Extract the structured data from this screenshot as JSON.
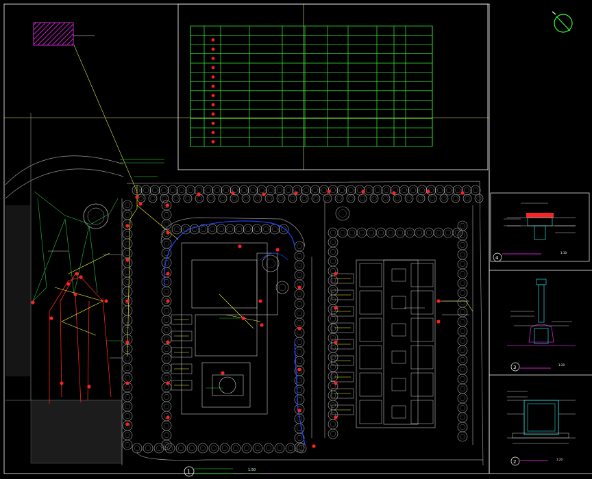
{
  "colors": {
    "background": "#000000",
    "frame": "#ffffff",
    "table_grid": "#33ff33",
    "leader": "#ffff00",
    "light_fixture": "#ff2222",
    "cable_blue": "#2244ff",
    "cable_red": "#ff2222",
    "cable_green": "#22aa44",
    "hatch_magenta": "#cc22cc",
    "tree_outline": "#bbbbbb",
    "detail_cyan": "#22dddd"
  },
  "legend_table": {
    "title": "",
    "header": [
      "",
      "",
      "",
      "",
      "",
      "",
      "",
      "",
      "",
      "",
      ""
    ],
    "rows": [
      [
        "",
        "",
        "",
        "",
        "",
        "",
        "",
        "",
        "",
        "",
        ""
      ],
      [
        "",
        "",
        "",
        "",
        "",
        "",
        "",
        "",
        "",
        "",
        ""
      ],
      [
        "",
        "",
        "",
        "",
        "",
        "",
        "",
        "",
        "",
        "",
        ""
      ],
      [
        "",
        "",
        "",
        "",
        "",
        "",
        "",
        "",
        "",
        "",
        ""
      ],
      [
        "",
        "",
        "",
        "",
        "",
        "",
        "",
        "",
        "",
        "",
        ""
      ],
      [
        "",
        "",
        "",
        "",
        "",
        "",
        "",
        "",
        "",
        "",
        ""
      ],
      [
        "",
        "",
        "",
        "",
        "",
        "",
        "",
        "",
        "",
        "",
        ""
      ],
      [
        "",
        "",
        "",
        "",
        "",
        "",
        "",
        "",
        "",
        "",
        ""
      ],
      [
        "",
        "",
        "",
        "",
        "",
        "",
        "",
        "",
        "",
        "",
        ""
      ],
      [
        "",
        "",
        "",
        "",
        "",
        "",
        "",
        "",
        "",
        "",
        ""
      ],
      [
        "",
        "",
        "",
        "",
        "",
        "",
        "",
        "",
        "",
        "",
        ""
      ],
      [
        "",
        "",
        "",
        "",
        "",
        "",
        "",
        "",
        "",
        "",
        ""
      ]
    ]
  },
  "detail_markers": {
    "main_plan": "1",
    "detail_a": "4",
    "detail_b": "3",
    "detail_c": "2"
  },
  "scale_labels": {
    "main_plan": "1:50",
    "detail_a": "1:10",
    "detail_b": "1:20",
    "detail_c": "1:20"
  }
}
